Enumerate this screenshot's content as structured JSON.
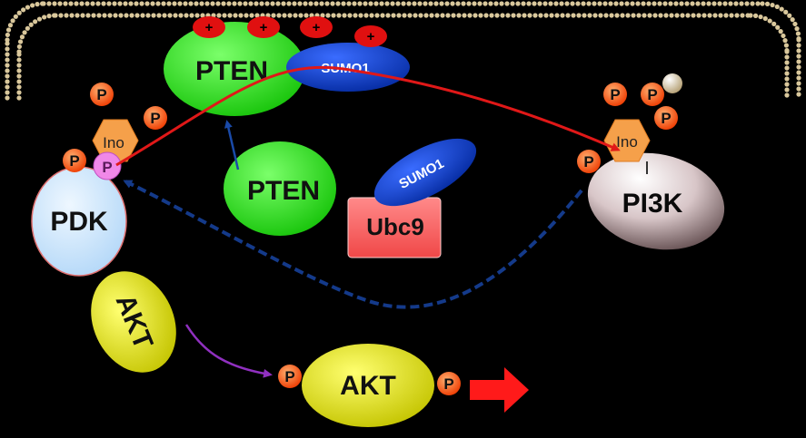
{
  "membrane_color": "#d9c79b",
  "labels": {
    "pten_top": "PTEN",
    "sumo1_top": "SUMO1",
    "pten_center": "PTEN",
    "sumo1_center": "SUMO1",
    "ubc9": "Ubc9",
    "pdk": "PDK",
    "akt_diag": "AKT",
    "akt_center": "AKT",
    "pi3k": "PI3K",
    "ino_left": "Ino",
    "ino_right": "Ino",
    "phospho": "P",
    "plus": "+"
  },
  "colors": {
    "pten": "#22e00f",
    "sumo1": "#0a3fd0",
    "ubc9": "#f55a5a",
    "pdk": "#cfe8ff",
    "akt": "#e6e600",
    "pi3k": "#c9b4b6",
    "phospho": "#ff3b10",
    "ino": "#f5a04a",
    "plus": "#e01010",
    "red_arrow": "#e01818",
    "blue_arrow": "#143a8a",
    "purple_arrow": "#9030c0"
  }
}
